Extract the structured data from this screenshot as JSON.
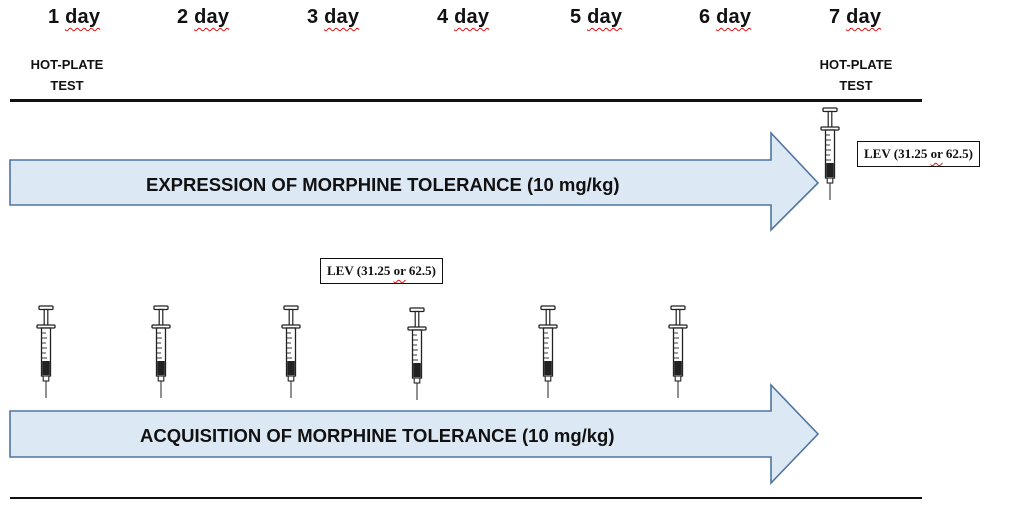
{
  "days": [
    {
      "num": "1",
      "word": "day"
    },
    {
      "num": "2",
      "word": "day"
    },
    {
      "num": "3",
      "word": "day"
    },
    {
      "num": "4",
      "word": "day"
    },
    {
      "num": "5",
      "word": "day"
    },
    {
      "num": "6",
      "word": "day"
    },
    {
      "num": "7",
      "word": "day"
    }
  ],
  "test_left": {
    "line1": "HOT-PLATE",
    "line2": "TEST"
  },
  "test_right": {
    "line1": "HOT-PLATE",
    "line2": "TEST"
  },
  "expression": {
    "label": "EXPRESSION OF MORPHINE TOLERANCE (10 mg/kg)",
    "dose": {
      "a": "LEV (31.25 ",
      "b": "or",
      "c": " 62.5)"
    }
  },
  "acquisition": {
    "label": "ACQUISITION OF MORPHINE TOLERANCE (10 mg/kg)",
    "dose": {
      "a": "LEV (31.25 ",
      "b": "or",
      "c": " 62.5)"
    }
  },
  "colors": {
    "arrow_fill": "#dce9f5",
    "arrow_stroke": "#4f74a0",
    "ink": "#111111",
    "spell_check": "#d11111"
  }
}
